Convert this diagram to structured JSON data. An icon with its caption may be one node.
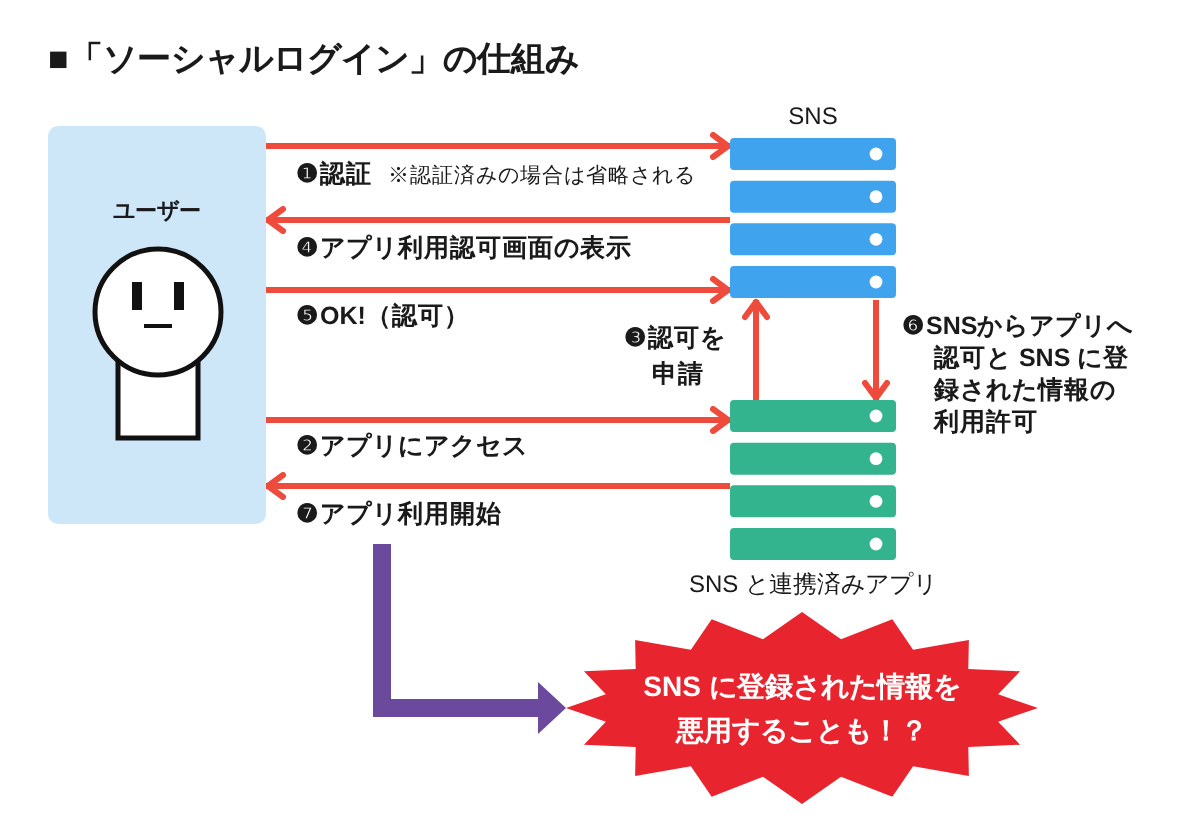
{
  "diagram": {
    "title": "■「ソーシャルログイン」の仕組み",
    "nodes": [
      {
        "text": [
          "ユーザー"
        ]
      },
      {
        "text": [
          "SNS"
        ]
      },
      {
        "text": [
          "SNS と連携済みアプリ"
        ]
      },
      {
        "text": [
          "SNS に登録された情報を悪用することも！？"
        ]
      }
    ],
    "edges": [
      {
        "from": 0,
        "to": 1,
        "arrow": "to",
        "label": "❶認証"
      },
      {
        "from": 0,
        "to": 2,
        "arrow": "to",
        "label": "❷アプリにアクセス"
      },
      {
        "from": 2,
        "to": 1,
        "arrow": "to",
        "label": "❸認可を申請"
      },
      {
        "from": 1,
        "to": 0,
        "arrow": "to",
        "label": "❹アプリ利用認可画面の表示"
      },
      {
        "from": 0,
        "to": 1,
        "arrow": "to",
        "label": "❺OK!（認可）"
      },
      {
        "from": 1,
        "to": 2,
        "arrow": "to",
        "label": "❻SNSからアプリへ認可と SNS に登録された情報の利用許可"
      },
      {
        "from": 2,
        "to": 0,
        "arrow": "to",
        "label": "❼アプリ利用開始"
      },
      {
        "from": null,
        "to": 3,
        "arrow": "to",
        "style": "thick",
        "color": "#6b4a9e"
      }
    ],
    "labels": [
      "※認証済みの場合は省略される"
    ]
  }
}
